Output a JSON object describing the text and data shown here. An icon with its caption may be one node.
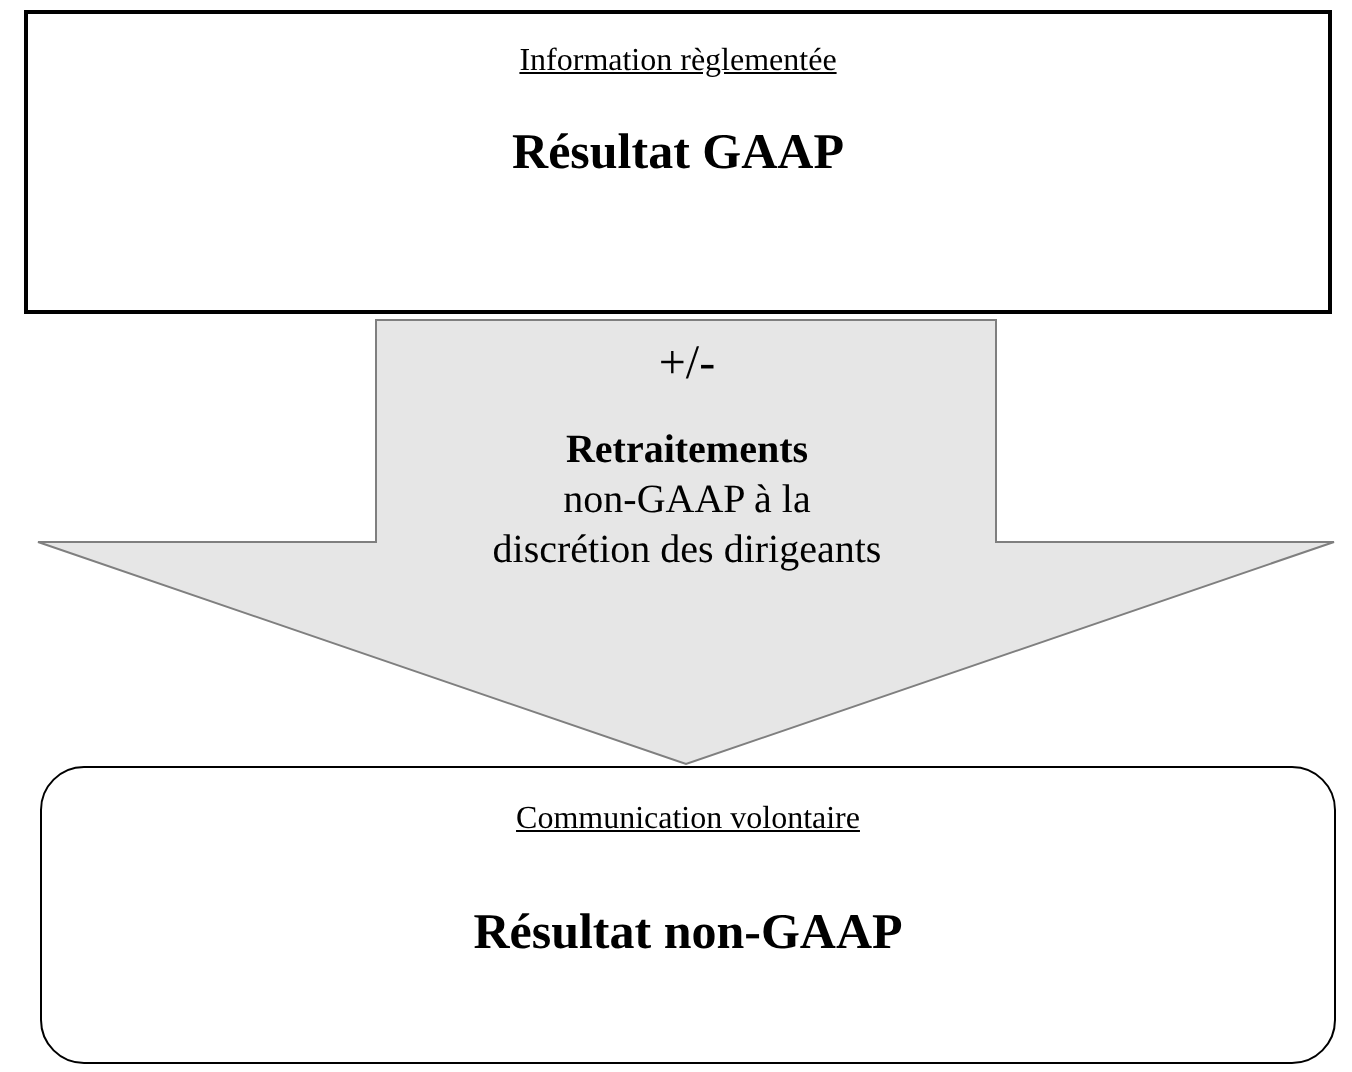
{
  "diagram": {
    "nodes": [
      {
        "text": [
          "Information règlementée",
          "Résultat GAAP"
        ]
      },
      {
        "text": [
          "Communication volontaire",
          "Résultat non-GAAP"
        ]
      }
    ],
    "edges": [
      {
        "from": 0,
        "to": 1,
        "arrow": "to",
        "label": "+/- **Retraitements** non-GAAP à la discrétion des dirigeants"
      }
    ]
  }
}
